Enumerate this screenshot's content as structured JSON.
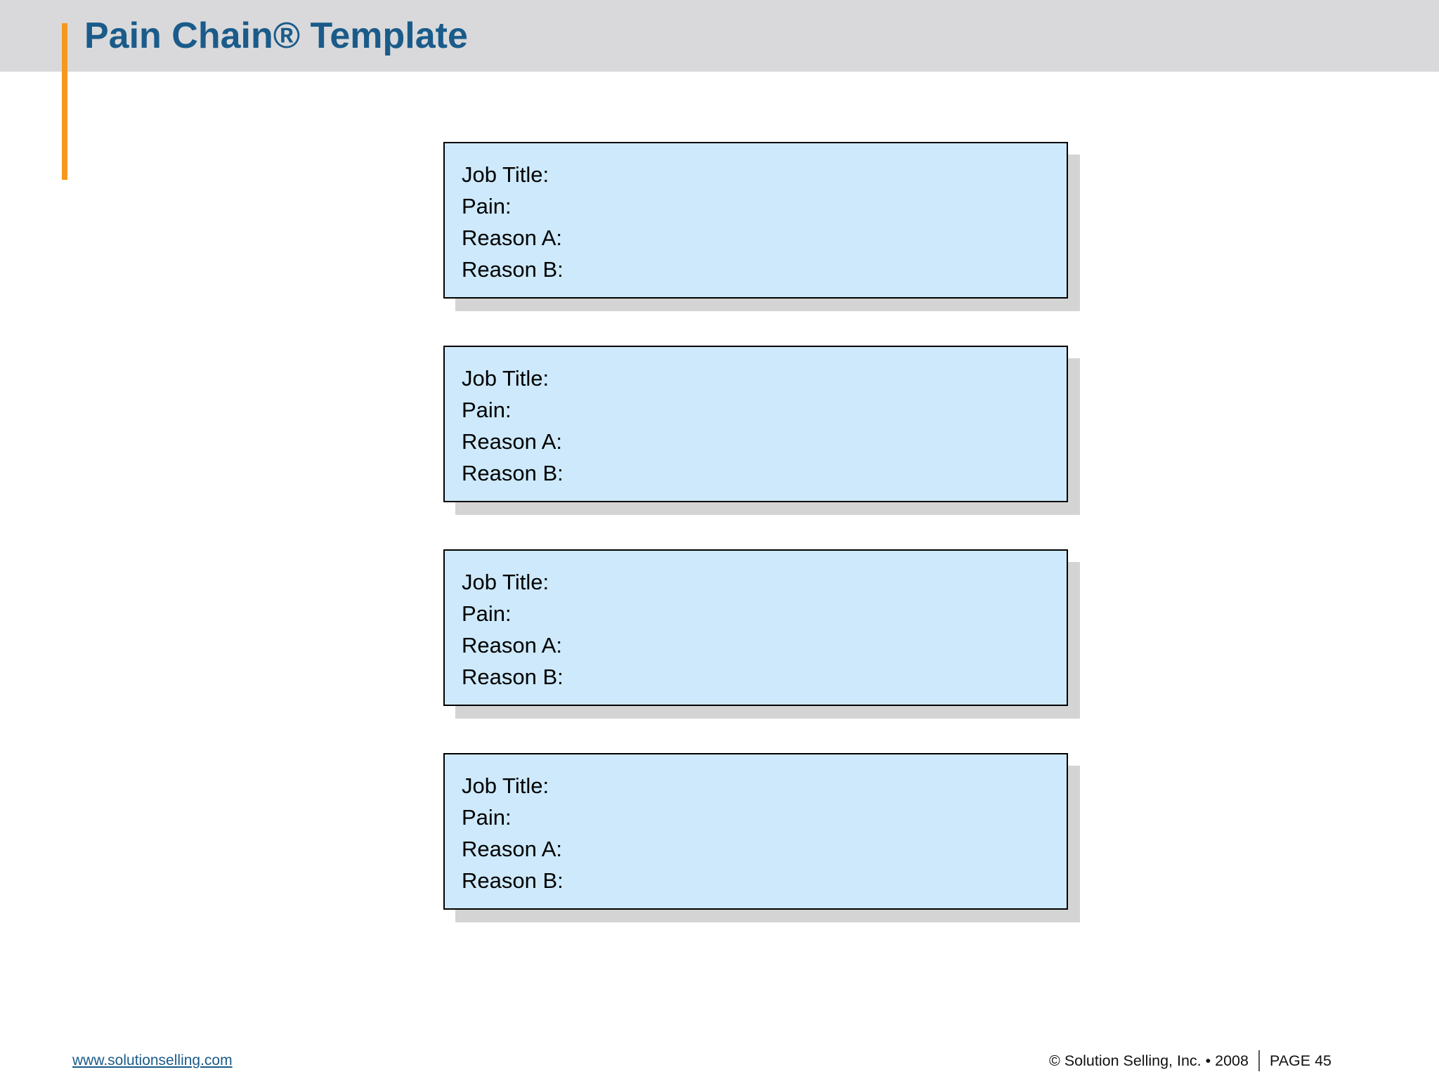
{
  "slide": {
    "title": "Pain Chain® Template"
  },
  "boxes": [
    {
      "lines": [
        "Job Title:",
        "Pain:",
        "Reason A:",
        "Reason B:"
      ]
    },
    {
      "lines": [
        "Job Title:",
        "Pain:",
        "Reason A:",
        "Reason B:"
      ]
    },
    {
      "lines": [
        "Job Title:",
        "Pain:",
        "Reason A:",
        "Reason B:"
      ]
    },
    {
      "lines": [
        "Job Title:",
        "Pain:",
        "Reason A:",
        "Reason B:"
      ]
    }
  ],
  "footer": {
    "link": "www.solutionselling.com",
    "copyright": "© Solution Selling, Inc. • 2008",
    "page": "PAGE 45"
  },
  "colors": {
    "header_band": "#D9D9DB",
    "accent_orange": "#F6981E",
    "title_blue": "#1A5B8A",
    "box_fill": "#CDE9FB",
    "box_border": "#000000",
    "box_shadow": "#D4D4D4",
    "link_blue": "#1A5B8A",
    "footer_text": "#111111"
  }
}
